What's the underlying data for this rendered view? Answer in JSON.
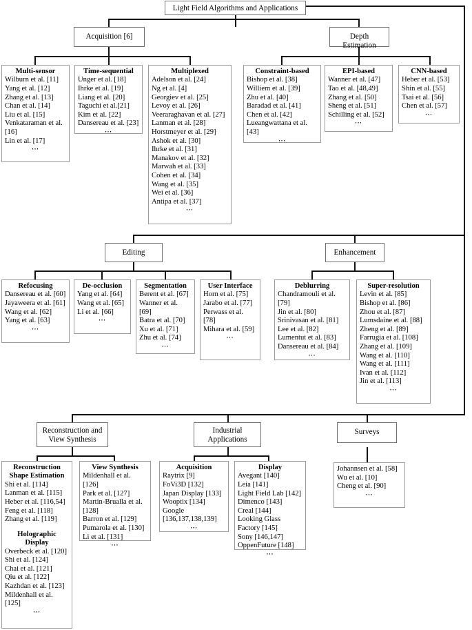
{
  "title": "Light Field Algorithms and Applications",
  "root": {
    "label": "Light Field Algorithms and Applications"
  },
  "level1": {
    "acquisition": {
      "label": "Acquisition [6]"
    },
    "depth_estimation": {
      "label": "Depth Estimation"
    },
    "editing": {
      "label": "Editing"
    },
    "enhancement": {
      "label": "Enhancement"
    },
    "reconstruction_view_synthesis": {
      "label": "Reconstruction and\nView Synthesis"
    },
    "industrial_applications": {
      "label": "Industrial\nApplications"
    },
    "surveys": {
      "label": "Surveys"
    }
  },
  "leaves": {
    "multi_sensor": {
      "title": "Multi-sensor",
      "items": [
        "Wilburn et al. [11]",
        "Yang et al. [12]",
        "Zhang et al. [13]",
        "Chan et al. [14]",
        "Liu et al. [15]",
        "Venkataraman et al. [16]",
        "Lin et al. [17]",
        "⋯"
      ]
    },
    "time_sequential": {
      "title": "Time-sequential",
      "items": [
        "Unger et al. [18]",
        "Ihrke et al. [19]",
        "Liang et al. [20]",
        "Taguchi et al.[21]",
        "Kim et al. [22]",
        "Dansereau et al. [23]",
        "⋯"
      ]
    },
    "multiplexed": {
      "title": "Multiplexed",
      "items": [
        "Adelson et al. [24]",
        "Ng et al. [4]",
        "Georgiev et al. [25]",
        "Levoy et al. [26]",
        "Veeraraghavan et al. [27]",
        "Lanman et al. [28]",
        "Horstmeyer et al. [29]",
        "Ashok et al. [30]",
        "Ihrke et al. [31]",
        "Manakov et al. [32]",
        "Marwah et al. [33]",
        "Cohen et al. [34]",
        "Wang et al. [35]",
        "Wei et al. [36]",
        "Antipa et al. [37]",
        "⋯"
      ]
    },
    "constraint_based": {
      "title": "Constraint-based",
      "items": [
        "Bishop et al. [38]",
        "Williem et al. [39]",
        "Zhu et al. [40]",
        "Baradad et al. [41]",
        "Chen et al. [42]",
        "Lueangwattana et al. [43]",
        "⋯"
      ]
    },
    "epi_based": {
      "title": "EPI-based",
      "items": [
        "Wanner et al. [47]",
        "Tao et al. [48,49]",
        "Zhang et al. [50]",
        "Sheng et al. [51]",
        "Schilling et al. [52]",
        "⋯"
      ]
    },
    "cnn_based": {
      "title": "CNN-based",
      "items": [
        "Heber et al. [53]",
        "Shin et al. [55]",
        "Tsai et al. [56]",
        "Chen et al. [57]",
        "⋯"
      ]
    },
    "refocusing": {
      "title": "Refocusing",
      "items": [
        "Dansereau et al. [60]",
        "Jayaweera et al. [61]",
        "Wang et al. [62]",
        "Yang et al. [63]",
        "⋯"
      ]
    },
    "de_occlusion": {
      "title": "De-occlusion",
      "items": [
        "Yang et al. [64]",
        "Wang et al. [65]",
        "Li et al. [66]",
        "⋯"
      ]
    },
    "segmentation": {
      "title": "Segmentation",
      "items": [
        "Berent et al. [67]",
        "Wanner et al. [69]",
        "Batra et al. [70]",
        "Xu et al. [71]",
        "Zhu et al. [74]",
        "⋯"
      ]
    },
    "user_interface": {
      "title": "User Interface",
      "items": [
        "Horn et al. [75]",
        "Jarabo et al. [77]",
        "Perwass et al. [78]",
        "Mihara et al. [59]",
        "⋯"
      ]
    },
    "deblurring": {
      "title": "Deblurring",
      "items": [
        "Chandramouli et al. [79]",
        "Jin et al. [80]",
        "Srinivasan et al. [81]",
        "Lee et al. [82]",
        "Lumentut et al. [83]",
        "Dansereau et al. [84]",
        "⋯"
      ]
    },
    "super_resolution": {
      "title": "Super-resolution",
      "items": [
        "Levin et al. [85]",
        "Bishop et al. [86]",
        "Zhou et al. [87]",
        "Lumsdaine et al. [88]",
        "Zheng et al. [89]",
        "Farrugia et al. [108]",
        "Zhang et al. [109]",
        "Wang et al. [110]",
        "Wang et al. [111]",
        "Ivan et al. [112]",
        "Jin et al. [113]",
        "⋯"
      ]
    },
    "reconstruction_shape_estimation": {
      "title": "Reconstruction\nShape Estimation",
      "items": [
        "Shi et al. [114]",
        "Lanman et al. [115]",
        "Heber et al. [116,54]",
        "Feng et al. [118]",
        "Zhang et al. [119]"
      ],
      "subtitle": "Holographic\nDisplay",
      "subitems": [
        "Overbeck et al. [120]",
        "Shi et al. [124]",
        "Chai et al. [121]",
        "Qiu et al. [122]",
        "Kazhdan et al. [123]",
        "Mildenhall et al. [125]",
        "⋯"
      ]
    },
    "view_synthesis": {
      "title": "View Synthesis",
      "items": [
        "Mildenhall et al. [126]",
        " Park et al. [127]",
        "Martin-Brualla et al. [128]",
        "Barron et al. [129]",
        "Pumarola et al. [130]",
        "Li et al. [131]",
        "⋯"
      ]
    },
    "industrial_acquisition": {
      "title": "Acquisition",
      "items": [
        "Raytrix [9]",
        "FoVi3D [132]",
        "Japan Display [133]",
        "Wooptix [134]",
        "Google [136,137,138,139]",
        "⋯"
      ]
    },
    "industrial_display": {
      "title": "Display",
      "items": [
        "Avegant [140]",
        "Leia [141]",
        "Light Field Lab [142]",
        "Dimenco [143]",
        "Creal [144]",
        "Looking Glass Factory [145]",
        "Sony [146,147]",
        "OppenFuture [148]",
        "⋯"
      ]
    },
    "surveys_list": {
      "title": "",
      "items": [
        "Johannsen et al. [58]",
        "Wu et al. [10]",
        "Cheng et al. [90]",
        "⋯"
      ]
    }
  },
  "colors": {
    "line": "#111111",
    "box_border": "#9a9a9a",
    "text": "#000000",
    "background": "#ffffff"
  }
}
